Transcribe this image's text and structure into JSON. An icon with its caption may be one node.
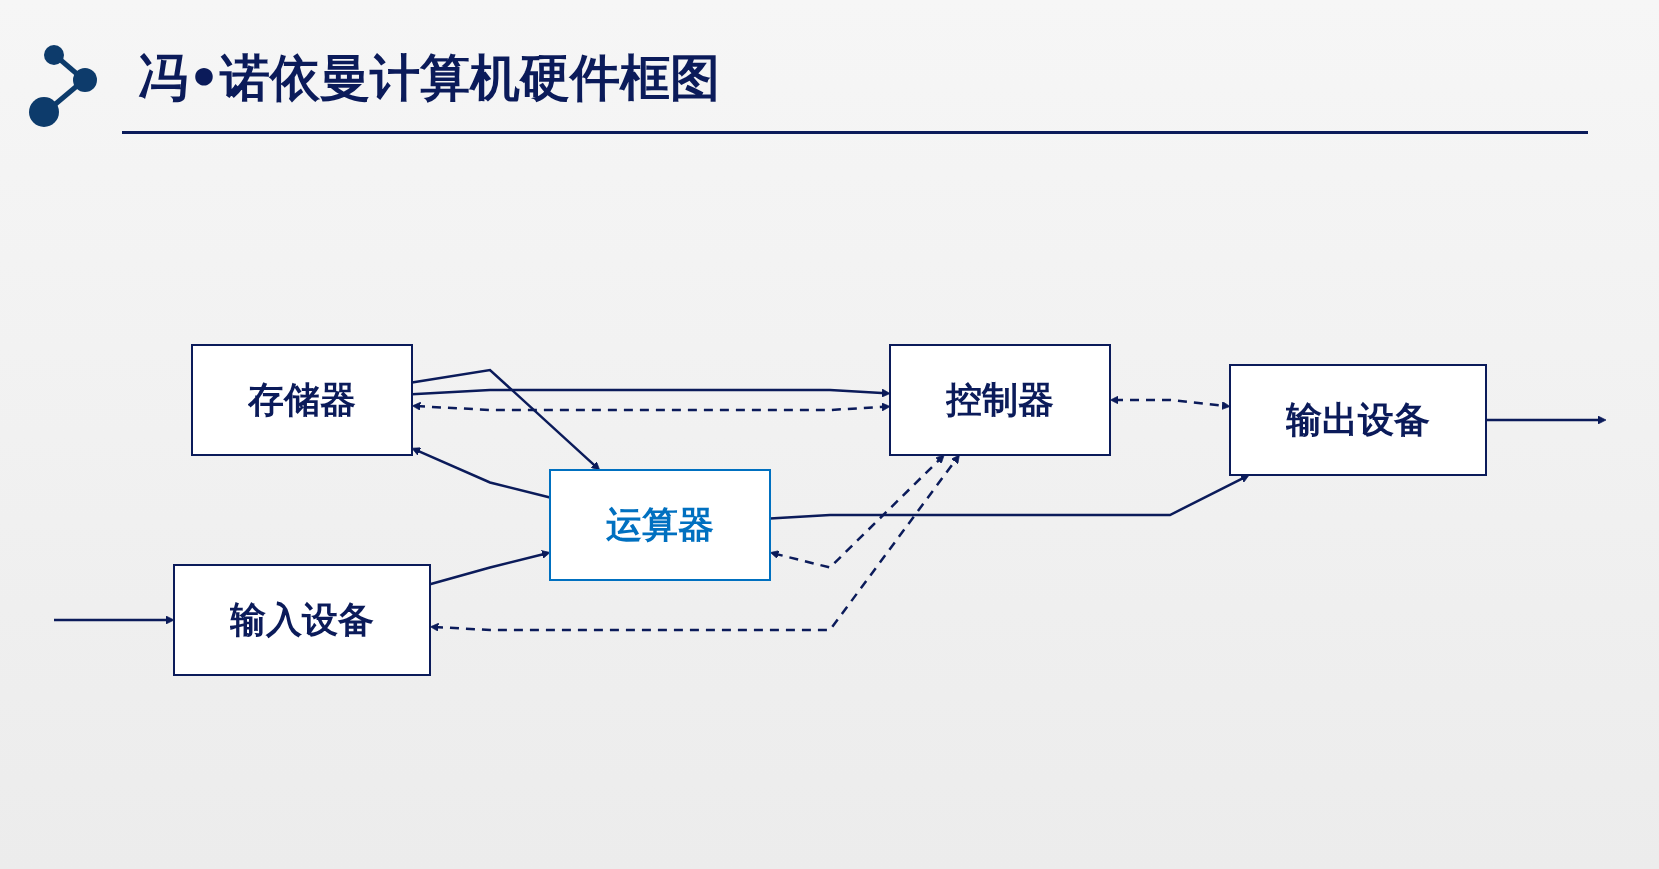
{
  "diagram": {
    "title": "冯•诺依曼计算机硬件框图",
    "nodes": [
      {
        "text": [
          "存储器"
        ]
      },
      {
        "text": [
          "输入设备"
        ]
      },
      {
        "text": [
          "运算器"
        ]
      },
      {
        "text": [
          "输出设备"
        ]
      },
      {
        "text": [
          "控制器"
        ]
      }
    ],
    "edges": [
      {
        "from": null,
        "to": 1,
        "arrow": "to"
      },
      {
        "from": 1,
        "to": 2,
        "arrow": "to"
      },
      {
        "from": 2,
        "to": 0,
        "arrow": "to"
      },
      {
        "from": 0,
        "to": 2,
        "arrow": "to"
      },
      {
        "from": 0,
        "to": 4,
        "arrow": "to"
      },
      {
        "from": 2,
        "to": 3,
        "arrow": "to"
      },
      {
        "from": 3,
        "to": null,
        "arrow": "to"
      },
      {
        "from": 0,
        "to": 4,
        "arrow": "both",
        "style": "dashed"
      },
      {
        "from": 2,
        "to": 4,
        "arrow": "both",
        "style": "dashed"
      },
      {
        "from": 1,
        "to": 4,
        "arrow": "both",
        "style": "dashed"
      },
      {
        "from": 4,
        "to": 3,
        "arrow": "both",
        "style": "dashed"
      }
    ]
  }
}
